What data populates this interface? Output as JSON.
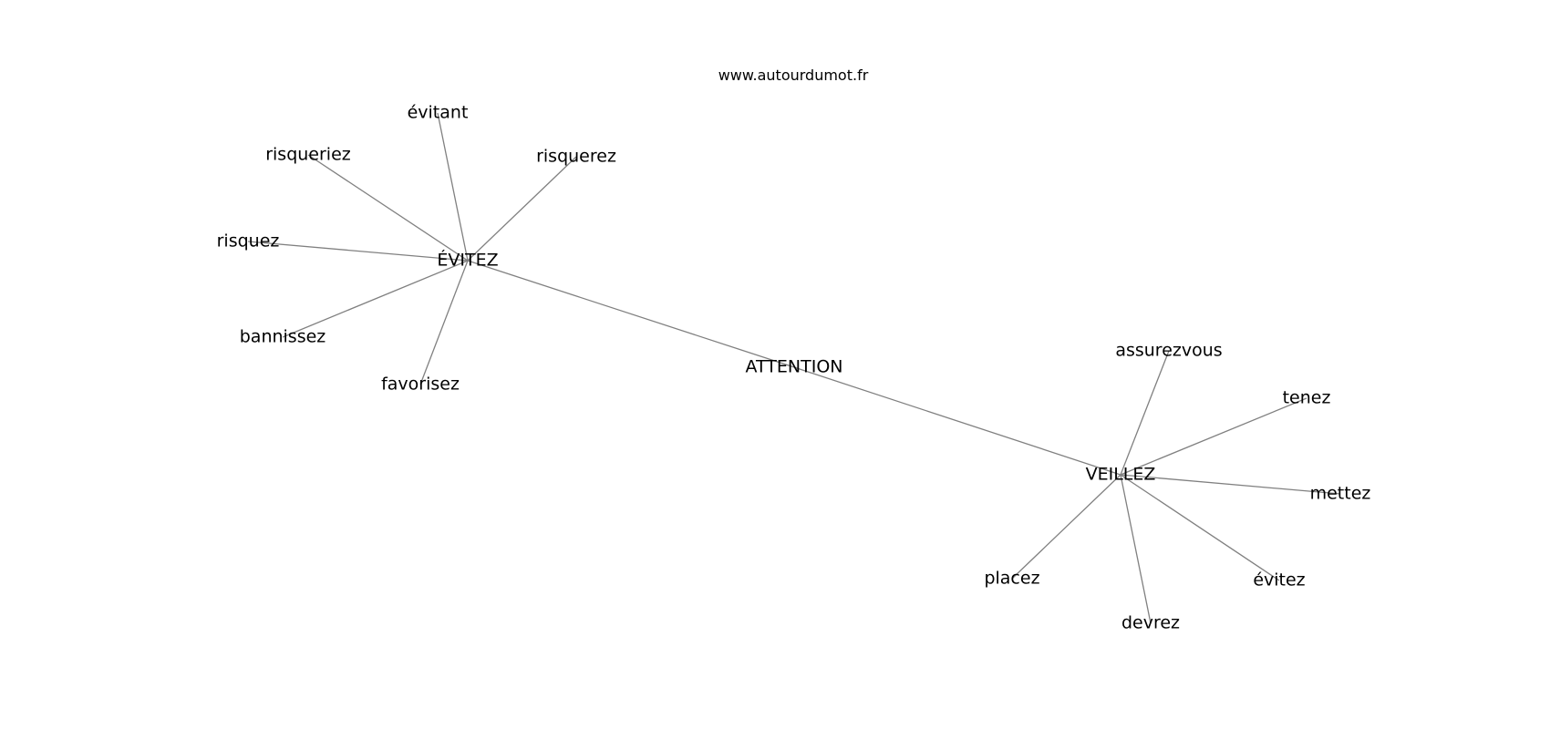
{
  "watermark": "www.autourdumot.fr",
  "graph": {
    "edge_color": "#808080",
    "text_color": "#000000",
    "nodes": [
      {
        "id": "evitez_hub",
        "label": "ÉVITEZ"
      },
      {
        "id": "attention",
        "label": "ATTENTION"
      },
      {
        "id": "veillez",
        "label": "VEILLEZ"
      },
      {
        "id": "evitant",
        "label": "évitant"
      },
      {
        "id": "risqueriez",
        "label": "risqueriez"
      },
      {
        "id": "risquerez",
        "label": "risquerez"
      },
      {
        "id": "risquez",
        "label": "risquez"
      },
      {
        "id": "bannissez",
        "label": "bannissez"
      },
      {
        "id": "favorisez",
        "label": "favorisez"
      },
      {
        "id": "assurezvous",
        "label": "assurezvous"
      },
      {
        "id": "tenez",
        "label": "tenez"
      },
      {
        "id": "mettez",
        "label": "mettez"
      },
      {
        "id": "evitez",
        "label": "évitez"
      },
      {
        "id": "placez",
        "label": "placez"
      },
      {
        "id": "devrez",
        "label": "devrez"
      }
    ],
    "edges": [
      [
        "evitez_hub",
        "attention"
      ],
      [
        "attention",
        "veillez"
      ],
      [
        "evitez_hub",
        "evitant"
      ],
      [
        "evitez_hub",
        "risqueriez"
      ],
      [
        "evitez_hub",
        "risquerez"
      ],
      [
        "evitez_hub",
        "risquez"
      ],
      [
        "evitez_hub",
        "bannissez"
      ],
      [
        "evitez_hub",
        "favorisez"
      ],
      [
        "veillez",
        "assurezvous"
      ],
      [
        "veillez",
        "tenez"
      ],
      [
        "veillez",
        "mettez"
      ],
      [
        "veillez",
        "evitez"
      ],
      [
        "veillez",
        "placez"
      ],
      [
        "veillez",
        "devrez"
      ]
    ]
  }
}
